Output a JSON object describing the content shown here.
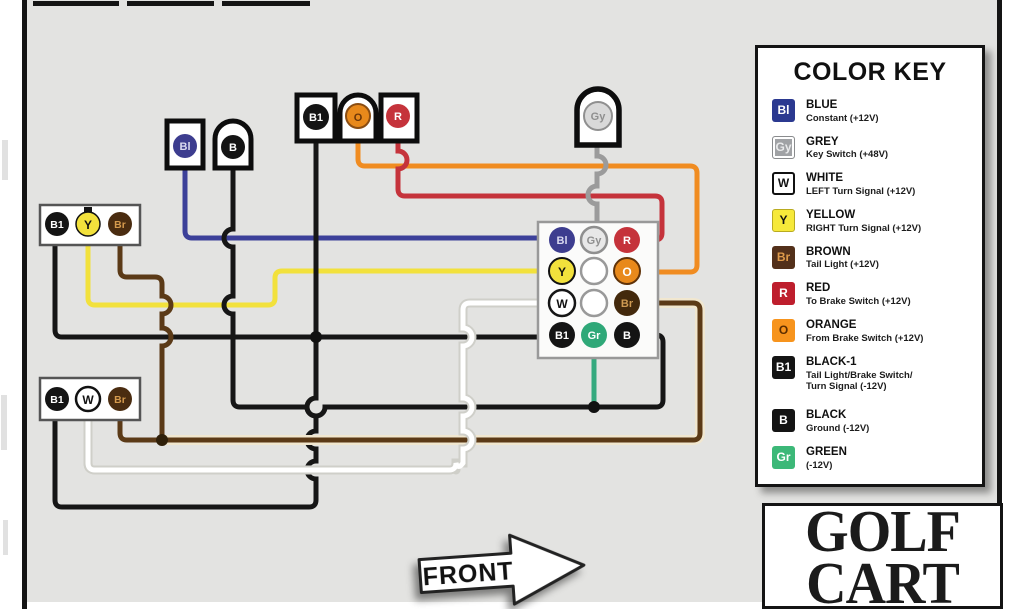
{
  "page": {
    "front_label": "FRONT",
    "logo_line1": "GOLF",
    "logo_line2": "CART"
  },
  "color_key": {
    "title": "COLOR KEY",
    "entries": [
      {
        "code": "Bl",
        "name": "BLUE",
        "desc": "Constant (+12V)",
        "color": "#2b3990",
        "text_color": "#ffffff"
      },
      {
        "code": "Gy",
        "name": "GREY",
        "desc": "Key Switch (+48V)",
        "color": "#a0a2a5",
        "text_color": "#e9eaeb"
      },
      {
        "code": "W",
        "name": "WHITE",
        "desc": "LEFT Turn Signal (+12V)",
        "color": "#ffffff",
        "text_color": "#111111"
      },
      {
        "code": "Y",
        "name": "YELLOW",
        "desc": "RIGHT Turn Signal (+12V)",
        "color": "#f6e93a",
        "text_color": "#111111"
      },
      {
        "code": "Br",
        "name": "BROWN",
        "desc": "Tail Light (+12V)",
        "color": "#53301a",
        "text_color": "#df9a4a"
      },
      {
        "code": "R",
        "name": "RED",
        "desc": "To Brake Switch (+12V)",
        "color": "#be1e2d",
        "text_color": "#ffffff"
      },
      {
        "code": "O",
        "name": "ORANGE",
        "desc": "From Brake Switch (+12V)",
        "color": "#f7941d",
        "text_color": "#5b2d00"
      },
      {
        "code": "B1",
        "name": "BLACK-1",
        "desc": "Tail Light/Brake Switch/",
        "desc2": "Turn Signal (-12V)",
        "color": "#141414",
        "text_color": "#ffffff"
      },
      {
        "code": "B",
        "name": "BLACK",
        "desc": "Ground (-12V)",
        "color": "#141414",
        "text_color": "#ffffff"
      },
      {
        "code": "Gr",
        "name": "GREEN",
        "desc": "(-12V)",
        "color": "#3cb878",
        "text_color": "#ffffff"
      }
    ]
  },
  "diagram": {
    "top_bulbs": {
      "bl": "Bl",
      "b": "B",
      "b1": "B1",
      "o": "O",
      "r": "R",
      "gy": "Gy"
    },
    "tail_light_right": {
      "b1": "B1",
      "y": "Y",
      "br": "Br"
    },
    "tail_light_left": {
      "b1": "B1",
      "w": "W",
      "br": "Br"
    },
    "connector": {
      "row1": [
        "Bl",
        "Gy",
        "R"
      ],
      "row2": [
        "Y",
        "O"
      ],
      "row3": [
        "W",
        "Br"
      ],
      "row4": [
        "B1",
        "Gr",
        "B"
      ]
    }
  },
  "wire_colors": {
    "blue": "#3c4099",
    "yellow": "#f2e13c",
    "orange": "#f08c21",
    "red": "#c5333b",
    "grey": "#9b9b9b",
    "black": "#161616",
    "brown": "#5b3a17",
    "white": "#ffffff",
    "green": "#35a97e"
  }
}
